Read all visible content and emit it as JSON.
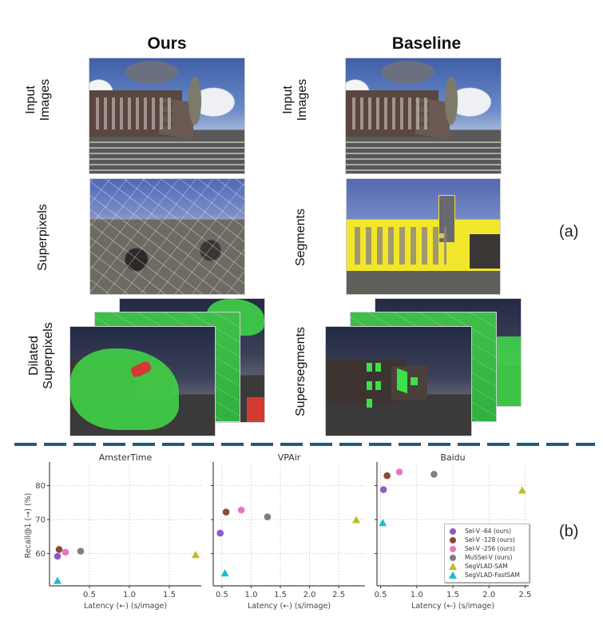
{
  "panel_a": {
    "label": "(a)",
    "columns": [
      {
        "title": "Ours",
        "rows": [
          "Input\nImages",
          "Superpixels",
          "Dilated\nSuperpixels"
        ]
      },
      {
        "title": "Baseline",
        "rows": [
          "Input\nImages",
          "Segments",
          "Supersegments"
        ]
      }
    ],
    "ours_title": "Ours",
    "baseline_title": "Baseline",
    "ours_row1_line1": "Input",
    "ours_row1_line2": "Images",
    "ours_row2": "Superpixels",
    "ours_row3_line1": "Dilated",
    "ours_row3_line2": "Superpixels",
    "baseline_row1_line1": "Input",
    "baseline_row1_line2": "Images",
    "baseline_row2": "Segments",
    "baseline_row3": "Supersegments"
  },
  "panel_b": {
    "label": "(b)",
    "divider_color": "#1f5b80"
  },
  "chart_data": [
    {
      "type": "scatter",
      "title": "AmsterTime",
      "xlabel": "Latency (←) (s/image)",
      "ylabel": "Recall@1 (→) (%)",
      "xlim": [
        0.0,
        1.9
      ],
      "ylim": [
        50.5,
        86
      ],
      "xticks": [
        0.5,
        1.0,
        1.5
      ],
      "yticks": [
        60,
        70,
        80
      ],
      "grid": true,
      "series": [
        {
          "name": "Sel-V -64 (ours)",
          "marker": "circle",
          "color": "#8e5cc4",
          "x": [
            0.1
          ],
          "y": [
            59.2
          ]
        },
        {
          "name": "Sel-V -128 (ours)",
          "marker": "circle",
          "color": "#8a4a3c",
          "x": [
            0.12
          ],
          "y": [
            61.2
          ]
        },
        {
          "name": "Sel-V -256 (ours)",
          "marker": "circle",
          "color": "#e377c2",
          "x": [
            0.2
          ],
          "y": [
            60.4
          ]
        },
        {
          "name": "MuSSel-V (ours)",
          "marker": "circle",
          "color": "#7f7f7f",
          "x": [
            0.39
          ],
          "y": [
            60.7
          ]
        },
        {
          "name": "SegVLAD-SAM",
          "marker": "triangle",
          "color": "#bcbd22",
          "x": [
            1.83
          ],
          "y": [
            59.6
          ]
        },
        {
          "name": "SegVLAD-FastSAM",
          "marker": "triangle",
          "color": "#17becf",
          "x": [
            0.1
          ],
          "y": [
            52.0
          ]
        }
      ]
    },
    {
      "type": "scatter",
      "title": "VPAir",
      "xlabel": "Latency (←) (s/image)",
      "ylabel": "",
      "xlim": [
        0.35,
        2.95
      ],
      "ylim": [
        50.5,
        86
      ],
      "xticks": [
        0.5,
        1.0,
        1.5,
        2.0,
        2.5
      ],
      "yticks": [
        60,
        70,
        80
      ],
      "grid": true,
      "series": [
        {
          "name": "Sel-V -64 (ours)",
          "marker": "circle",
          "color": "#8e5cc4",
          "x": [
            0.47
          ],
          "y": [
            66.0
          ]
        },
        {
          "name": "Sel-V -128 (ours)",
          "marker": "circle",
          "color": "#8a4a3c",
          "x": [
            0.57
          ],
          "y": [
            72.2
          ]
        },
        {
          "name": "Sel-V -256 (ours)",
          "marker": "circle",
          "color": "#e377c2",
          "x": [
            0.83
          ],
          "y": [
            72.8
          ]
        },
        {
          "name": "MuSSel-V (ours)",
          "marker": "circle",
          "color": "#7f7f7f",
          "x": [
            1.28
          ],
          "y": [
            70.8
          ]
        },
        {
          "name": "SegVLAD-SAM",
          "marker": "triangle",
          "color": "#bcbd22",
          "x": [
            2.8
          ],
          "y": [
            69.9
          ]
        },
        {
          "name": "SegVLAD-FastSAM",
          "marker": "triangle",
          "color": "#17becf",
          "x": [
            0.55
          ],
          "y": [
            54.2
          ]
        }
      ]
    },
    {
      "type": "scatter",
      "title": "Baidu",
      "xlabel": "Latency (←) (s/image)",
      "ylabel": "",
      "xlim": [
        0.45,
        2.55
      ],
      "ylim": [
        50.5,
        86
      ],
      "xticks": [
        0.5,
        1.0,
        1.5,
        2.0,
        2.5
      ],
      "yticks": [
        60,
        70,
        80
      ],
      "grid": true,
      "legend_position": "lower right",
      "series": [
        {
          "name": "Sel-V -64 (ours)",
          "marker": "circle",
          "color": "#8e5cc4",
          "x": [
            0.54
          ],
          "y": [
            78.8
          ]
        },
        {
          "name": "Sel-V -128 (ours)",
          "marker": "circle",
          "color": "#8a4a3c",
          "x": [
            0.59
          ],
          "y": [
            82.9
          ]
        },
        {
          "name": "Sel-V -256 (ours)",
          "marker": "circle",
          "color": "#e377c2",
          "x": [
            0.76
          ],
          "y": [
            84.0
          ]
        },
        {
          "name": "MuSSel-V (ours)",
          "marker": "circle",
          "color": "#7f7f7f",
          "x": [
            1.24
          ],
          "y": [
            83.3
          ]
        },
        {
          "name": "SegVLAD-SAM",
          "marker": "triangle",
          "color": "#bcbd22",
          "x": [
            2.46
          ],
          "y": [
            78.6
          ]
        },
        {
          "name": "SegVLAD-FastSAM",
          "marker": "triangle",
          "color": "#17becf",
          "x": [
            0.53
          ],
          "y": [
            69.0
          ]
        }
      ]
    }
  ],
  "legend": {
    "items": [
      {
        "label": "Sel-V -64 (ours)",
        "marker": "circle",
        "color": "#8e5cc4"
      },
      {
        "label": "Sel-V -128 (ours)",
        "marker": "circle",
        "color": "#8a4a3c"
      },
      {
        "label": "Sel-V -256 (ours)",
        "marker": "circle",
        "color": "#e377c2"
      },
      {
        "label": "MuSSel-V (ours)",
        "marker": "circle",
        "color": "#7f7f7f"
      },
      {
        "label": "SegVLAD-SAM",
        "marker": "triangle",
        "color": "#bcbd22"
      },
      {
        "label": "SegVLAD-FastSAM",
        "marker": "triangle",
        "color": "#17becf"
      }
    ]
  }
}
